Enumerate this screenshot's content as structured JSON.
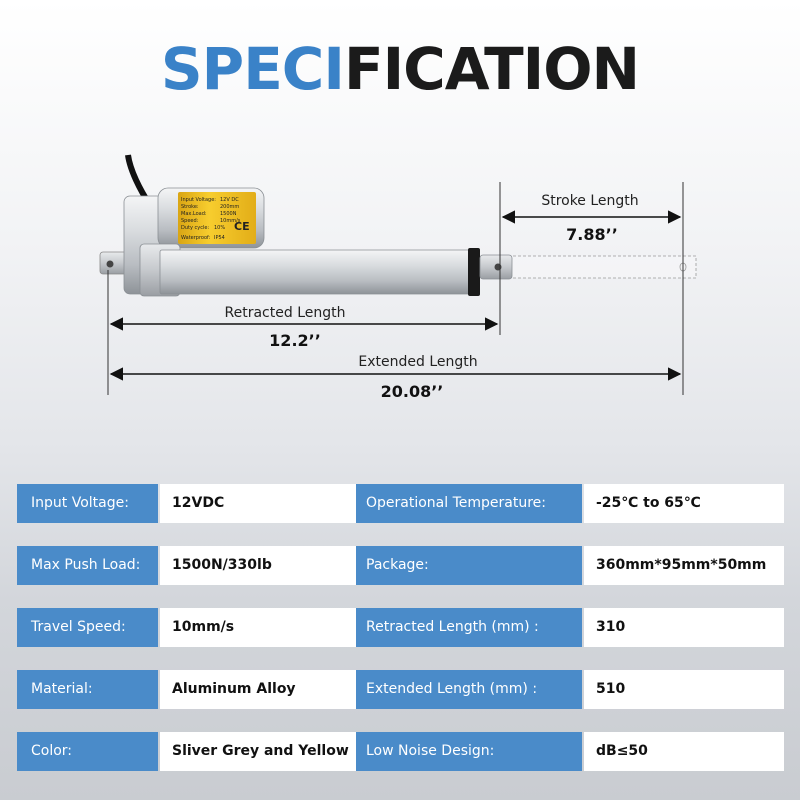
{
  "title": {
    "part1": "SPECI",
    "part2": "FICATION"
  },
  "dimensions": {
    "stroke": {
      "label": "Stroke Length",
      "value": "7.88’’"
    },
    "retracted": {
      "label": "Retracted Length",
      "value": "12.2’’"
    },
    "extended": {
      "label": "Extended Length",
      "value": "20.08’’"
    }
  },
  "sticker": {
    "lines": [
      [
        "Input Voltage:",
        "12V DC"
      ],
      [
        "Stroke:",
        "200mm"
      ],
      [
        "Max.Load:",
        "1500N"
      ],
      [
        "Speed:",
        "10mm/s"
      ],
      [
        "Duty cycle:",
        "10%"
      ],
      [
        "Waterproof:",
        "IP54"
      ]
    ],
    "mark": "CE"
  },
  "specs": [
    {
      "label": "Input Voltage:",
      "value": "12VDC",
      "label2": "Operational Temperature:",
      "value2": "-25℃ to 65℃"
    },
    {
      "label": "Max Push Load:",
      "value": "1500N/330lb",
      "label2": "Package:",
      "value2": "360mm*95mm*50mm"
    },
    {
      "label": "Travel Speed:",
      "value": "10mm/s",
      "label2": "Retracted Length (mm) :",
      "value2": "310"
    },
    {
      "label": "Material:",
      "value": "Aluminum Alloy",
      "label2": "Extended Length (mm) :",
      "value2": "510"
    },
    {
      "label": "Color:",
      "value": "Sliver Grey and Yellow",
      "label2": "Low Noise Design:",
      "value2": "dB≤50"
    }
  ],
  "colors": {
    "accent": "#3a82c8",
    "label_bg": "#4a8bc9",
    "sticker": "#f4c21f"
  }
}
